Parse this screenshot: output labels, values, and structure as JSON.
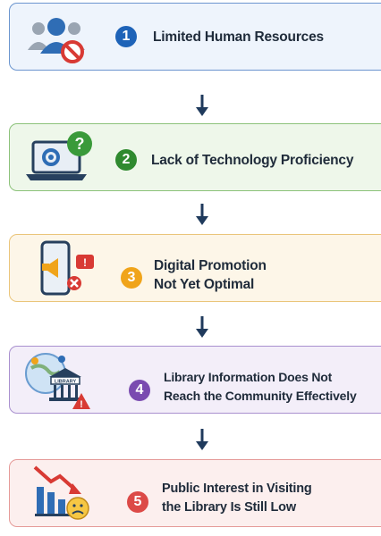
{
  "steps": [
    {
      "number": "1",
      "lines": [
        "Limited Human Resources"
      ],
      "icon": "people-blocked-icon",
      "colors": {
        "bg": "#eef4fc",
        "border": "#6b95cf",
        "badge": "#1e63b8"
      }
    },
    {
      "number": "2",
      "lines": [
        "Lack of Technology Proficiency"
      ],
      "icon": "laptop-question-icon",
      "colors": {
        "bg": "#eef7ea",
        "border": "#8cc27a",
        "badge": "#2f8a2f"
      }
    },
    {
      "number": "3",
      "lines": [
        "Digital Promotion",
        "Not Yet Optimal"
      ],
      "icon": "phone-megaphone-icon",
      "colors": {
        "bg": "#fdf6e8",
        "border": "#eac57a",
        "badge": "#f0a41a"
      }
    },
    {
      "number": "4",
      "lines": [
        "Library Information Does Not",
        "Reach the Community Effectively"
      ],
      "icon": "library-globe-warning-icon",
      "colors": {
        "bg": "#f3eef9",
        "border": "#a990cf",
        "badge": "#7a4bb0"
      }
    },
    {
      "number": "5",
      "lines": [
        "Public Interest in Visiting",
        "the Library Is Still Low"
      ],
      "icon": "declining-chart-sad-icon",
      "colors": {
        "bg": "#fcefee",
        "border": "#e59a98",
        "badge": "#dc4a47"
      }
    }
  ],
  "icon_text": {
    "library_sign": "LIBRARY"
  },
  "arrow_color": "#1f3a5c"
}
